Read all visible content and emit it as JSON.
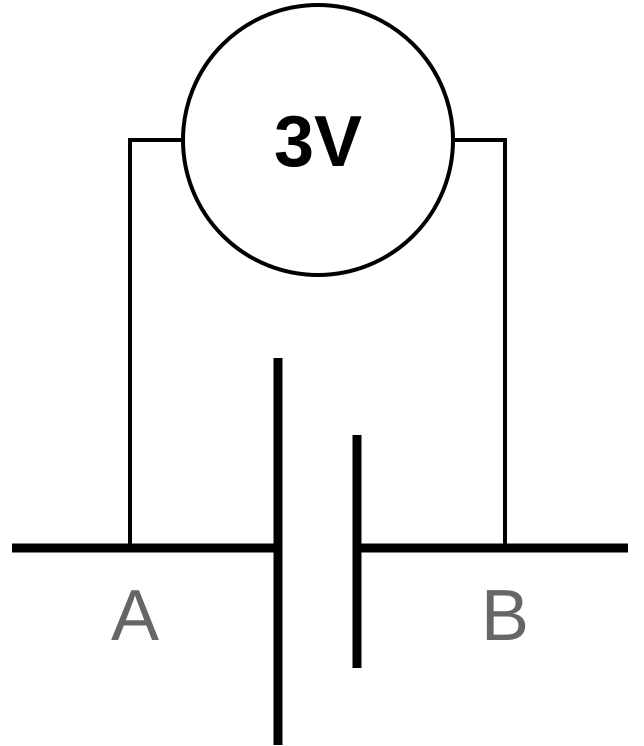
{
  "voltmeter": {
    "label": "3V"
  },
  "terminals": {
    "left": "A",
    "right": "B"
  },
  "colors": {
    "stroke": "#000000",
    "label": "#666666",
    "background": "#ffffff"
  }
}
